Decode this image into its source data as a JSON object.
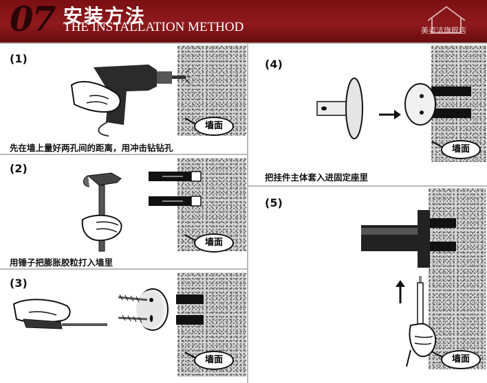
{
  "header": {
    "number": "07",
    "title_cn": "安装方法",
    "title_en": "THE INSTALLATION METHOD",
    "store_name": "美姿洁旗舰店",
    "background_color": "#8a1619"
  },
  "wall_label": "墙面",
  "steps": [
    {
      "number": "(1)",
      "caption": "先在墙上量好两孔间的距离，用冲击钻钻孔"
    },
    {
      "number": "(2)",
      "caption": "用锤子把膨胀胶粒打入墙里"
    },
    {
      "number": "(3)",
      "caption": ""
    },
    {
      "number": "(4)",
      "caption": "把挂件主体套入进固定座里"
    },
    {
      "number": "(5)",
      "caption": ""
    }
  ],
  "icons": [
    "drill-icon",
    "hammer-icon",
    "screwdriver-icon",
    "wall-anchor-icon",
    "mounting-plate-icon",
    "hook-body-icon",
    "arrow-right-icon",
    "arrow-up-icon"
  ]
}
